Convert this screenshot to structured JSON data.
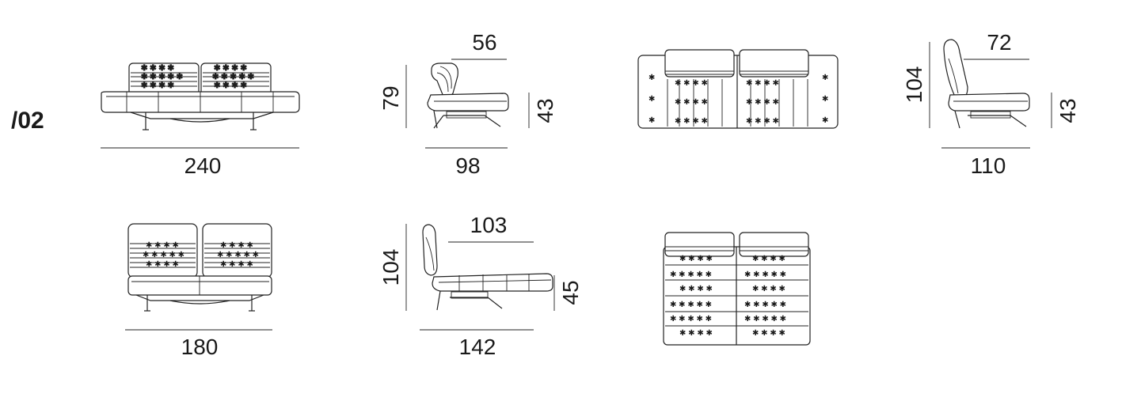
{
  "model_code": "/02",
  "dimensions": {
    "top_front_width": "240",
    "top_side_depth": "98",
    "top_side_height": "79",
    "top_side_seat_height": "43",
    "top_side_top_depth": "56",
    "recline_side_depth": "110",
    "recline_side_height": "104",
    "recline_side_seat_height": "43",
    "recline_side_top_depth": "72",
    "bottom_front_width": "180",
    "lounger_side_depth": "142",
    "lounger_side_height": "104",
    "lounger_side_seat_height": "45",
    "lounger_side_top_depth": "103"
  }
}
